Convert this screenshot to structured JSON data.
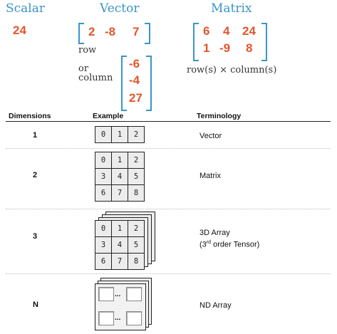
{
  "top": {
    "scalar": {
      "title": "Scalar",
      "value": "24"
    },
    "vector": {
      "title": "Vector",
      "row": [
        "2",
        "-8",
        "7"
      ],
      "row_label": "row",
      "or_label": "or",
      "column_label": "column",
      "column": [
        "-6",
        "-4",
        "27"
      ]
    },
    "matrix": {
      "title": "Matrix",
      "rows": [
        [
          "6",
          "4",
          "24"
        ],
        [
          "1",
          "-9",
          "8"
        ]
      ],
      "caption": "row(s) × column(s)"
    }
  },
  "table": {
    "headers": {
      "dimensions": "Dimensions",
      "example": "Example",
      "terminology": "Terminology"
    },
    "rows": [
      {
        "dim": "1",
        "terminology": "Vector",
        "terminology2": ""
      },
      {
        "dim": "2",
        "terminology": "Matrix",
        "terminology2": ""
      },
      {
        "dim": "3",
        "terminology": "3D Array",
        "terminology2_pre": "(3",
        "terminology2_sup": "rd",
        "terminology2_post": " order Tensor)"
      },
      {
        "dim": "N",
        "terminology": "ND Array",
        "terminology2": ""
      }
    ],
    "vector_cells": [
      "0",
      "1",
      "2"
    ],
    "matrix_cells": [
      "0",
      "1",
      "2",
      "3",
      "4",
      "5",
      "6",
      "7",
      "8"
    ],
    "tensor_cells": [
      "0",
      "1",
      "2",
      "3",
      "4",
      "5",
      "6",
      "7",
      "8"
    ],
    "ellipsis": "..."
  },
  "colors": {
    "header_blue": "#3a95c6",
    "number_orange": "#e2572b",
    "cell_gray": "#ececec"
  }
}
